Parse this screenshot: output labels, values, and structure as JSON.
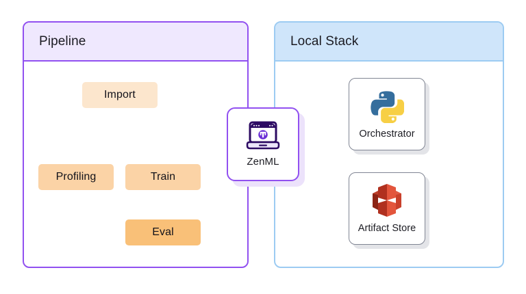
{
  "diagram": {
    "title": "ZenML pipeline and local stack diagram",
    "background": "#ffffff"
  },
  "pipeline_group": {
    "header_label": "Pipeline",
    "border_color": "#9150f0",
    "header_background": "#efe8fe",
    "steps": [
      {
        "id": "import",
        "label": "Import",
        "tone": "tone-light",
        "fill": "#fce6cd"
      },
      {
        "id": "profiling",
        "label": "Profiling",
        "tone": "tone-mid",
        "fill": "#fbd3a6"
      },
      {
        "id": "train",
        "label": "Train",
        "tone": "tone-mid",
        "fill": "#fbd3a6"
      },
      {
        "id": "eval",
        "label": "Eval",
        "tone": "tone-deep",
        "fill": "#f9c078"
      }
    ],
    "edges": [
      {
        "from": "import",
        "to": "profiling"
      },
      {
        "from": "import",
        "to": "train"
      },
      {
        "from": "train",
        "to": "eval"
      }
    ],
    "edge_color": "#93a2b1"
  },
  "stack_group": {
    "header_label": "Local Stack",
    "border_color": "#9ccbf2",
    "header_background": "#cfe5fa",
    "components": [
      {
        "id": "orchestrator",
        "label": "Orchestrator",
        "icon": "python-logo-icon"
      },
      {
        "id": "artifact-store",
        "label": "Artifact Store",
        "icon": "aws-s3-bucket-icon"
      }
    ]
  },
  "zenml_node": {
    "label": "ZenML",
    "icon": "zenml-laptop-icon",
    "border_color": "#9150f0",
    "shadow_color": "#ece2fb"
  }
}
